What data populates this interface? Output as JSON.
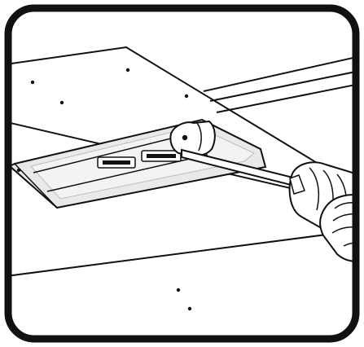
{
  "illustration": {
    "colors": {
      "line": "#111111",
      "paper": "#ffffff",
      "cavity": "#e9e9e9",
      "frame": "#111111"
    },
    "icons": [
      "frame-border",
      "upper-panel",
      "lower-panel",
      "wall-trim-lines",
      "access-cavity",
      "connector-slot-left",
      "connector-slot-right",
      "fastener-screw",
      "screwdriver-icon",
      "hand-icon",
      "screw-hole-dot"
    ]
  }
}
